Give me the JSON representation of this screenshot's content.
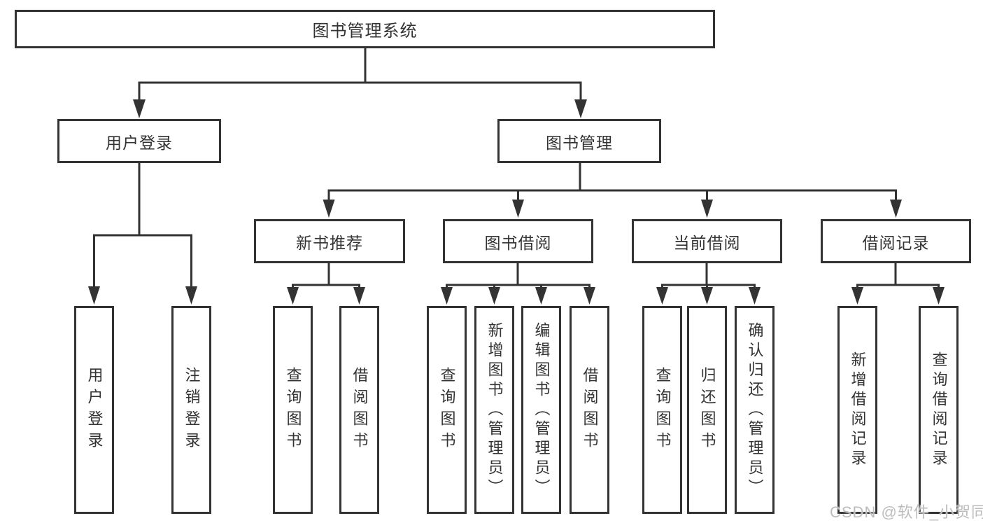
{
  "diagram": {
    "root": {
      "label": "图书管理系统"
    },
    "level2": {
      "user_login": {
        "label": "用户登录"
      },
      "book_management": {
        "label": "图书管理"
      }
    },
    "level3": {
      "new_book_recommend": {
        "label": "新书推荐"
      },
      "book_borrow": {
        "label": "图书借阅"
      },
      "current_borrow": {
        "label": "当前借阅"
      },
      "borrow_records": {
        "label": "借阅记录"
      }
    },
    "leaves": {
      "user_login_1": "用户登录",
      "user_login_2": "注销登录",
      "new_book_1": "查询图书",
      "new_book_2": "借阅图书",
      "book_borrow_1": "查询图书",
      "book_borrow_2": "新增图书（管理员）",
      "book_borrow_3": "编辑图书（管理员）",
      "book_borrow_4": "借阅图书",
      "current_borrow_1": "查询图书",
      "current_borrow_2": "归还图书",
      "current_borrow_3": "确认归还（管理员）",
      "borrow_records_1": "新增借阅记录",
      "borrow_records_2": "查询借阅记录"
    }
  },
  "watermark": {
    "text": "CSDN @软件_小贺同学"
  },
  "colors": {
    "line": "#333333",
    "text": "#333333",
    "box_background": "#ffffff",
    "watermark": "#bdbdbd",
    "background": "#ffffff"
  }
}
